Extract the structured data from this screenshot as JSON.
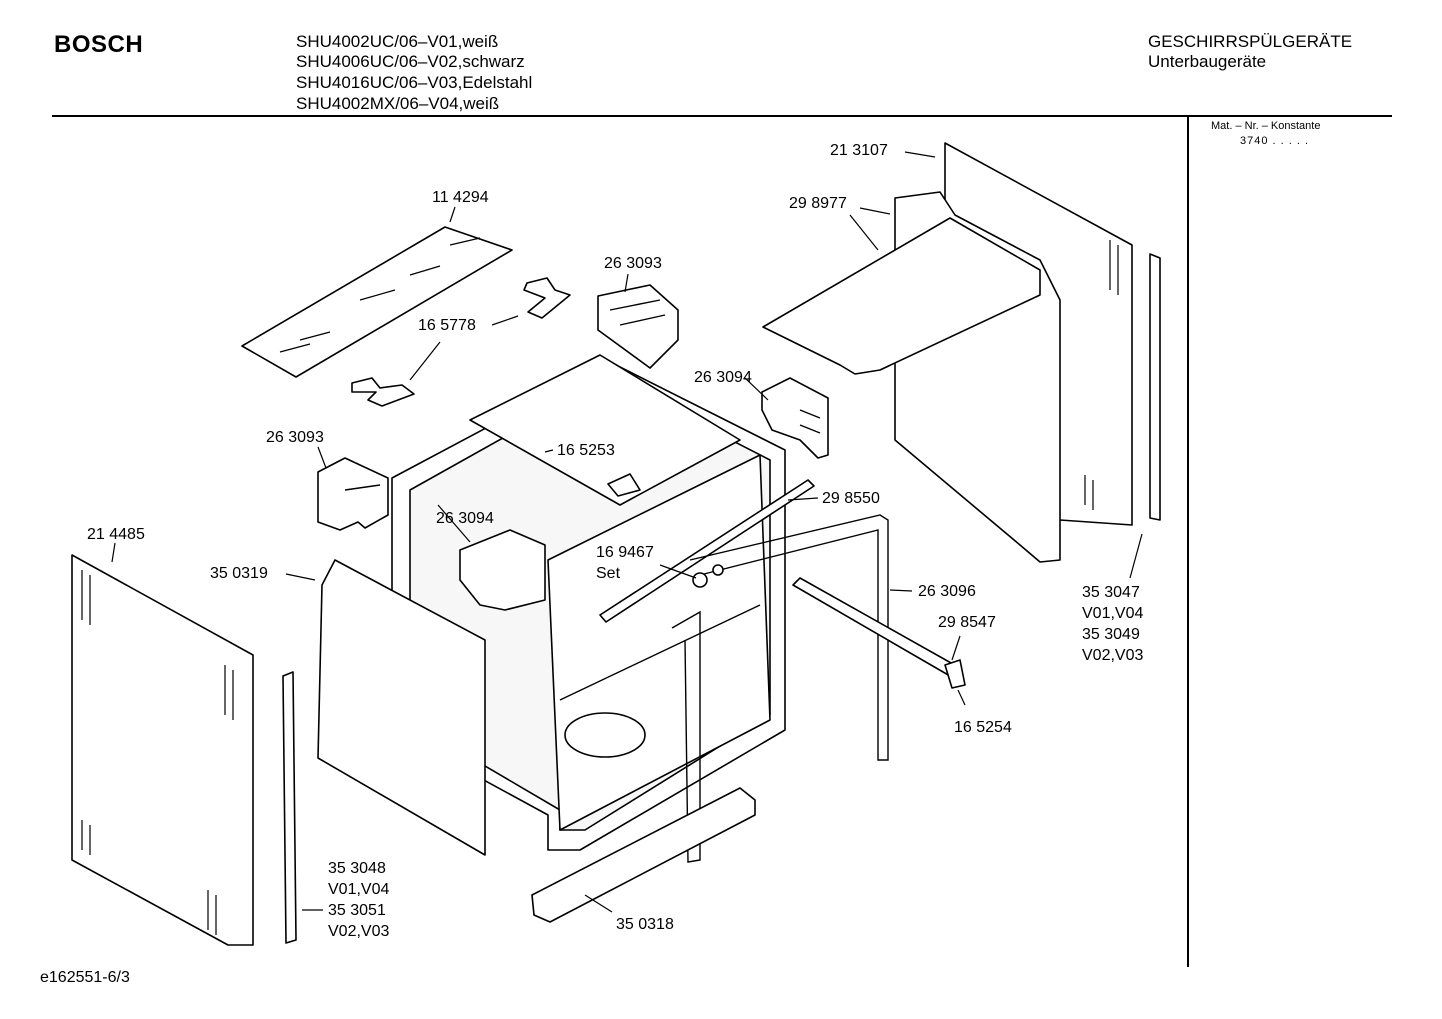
{
  "header": {
    "brand": "BOSCH",
    "models": [
      "SHU4002UC/06–V01,weiß",
      "SHU4006UC/06–V02,schwarz",
      "SHU4016UC/06–V03,Edelstahl",
      "SHU4002MX/06–V04,weiß"
    ],
    "category": "GESCHIRRSPÜLGERÄTE",
    "subcategory": "Unterbaugeräte"
  },
  "sidebar": {
    "mat_label": "Mat. – Nr. – Konstante",
    "konstante": "3740 . . . . ."
  },
  "parts": {
    "p213107": "21 3107",
    "p298977": "29 8977",
    "p114294": "11 4294",
    "p263093a": "26 3093",
    "p165778": "16 5778",
    "p263094a": "26 3094",
    "p263093b": "26 3093",
    "p165253": "16 5253",
    "p298550": "29 8550",
    "p263094b": "26 3094",
    "p214485": "21 4485",
    "p169467": "16 9467",
    "p169467_set": "Set",
    "p350319": "35 0319",
    "p263096": "26 3096",
    "p298547": "29 8547",
    "p165254": "16 5254",
    "p353047": "35 3047",
    "p353047_v": "V01,V04",
    "p353049": "35 3049",
    "p353049_v": "V02,V03",
    "p353048": "35 3048",
    "p353048_v": "V01,V04",
    "p353051": "35 3051",
    "p353051_v": "V02,V03",
    "p350318": "35 0318"
  },
  "footer": {
    "drawing_id": "e162551-6/3"
  }
}
